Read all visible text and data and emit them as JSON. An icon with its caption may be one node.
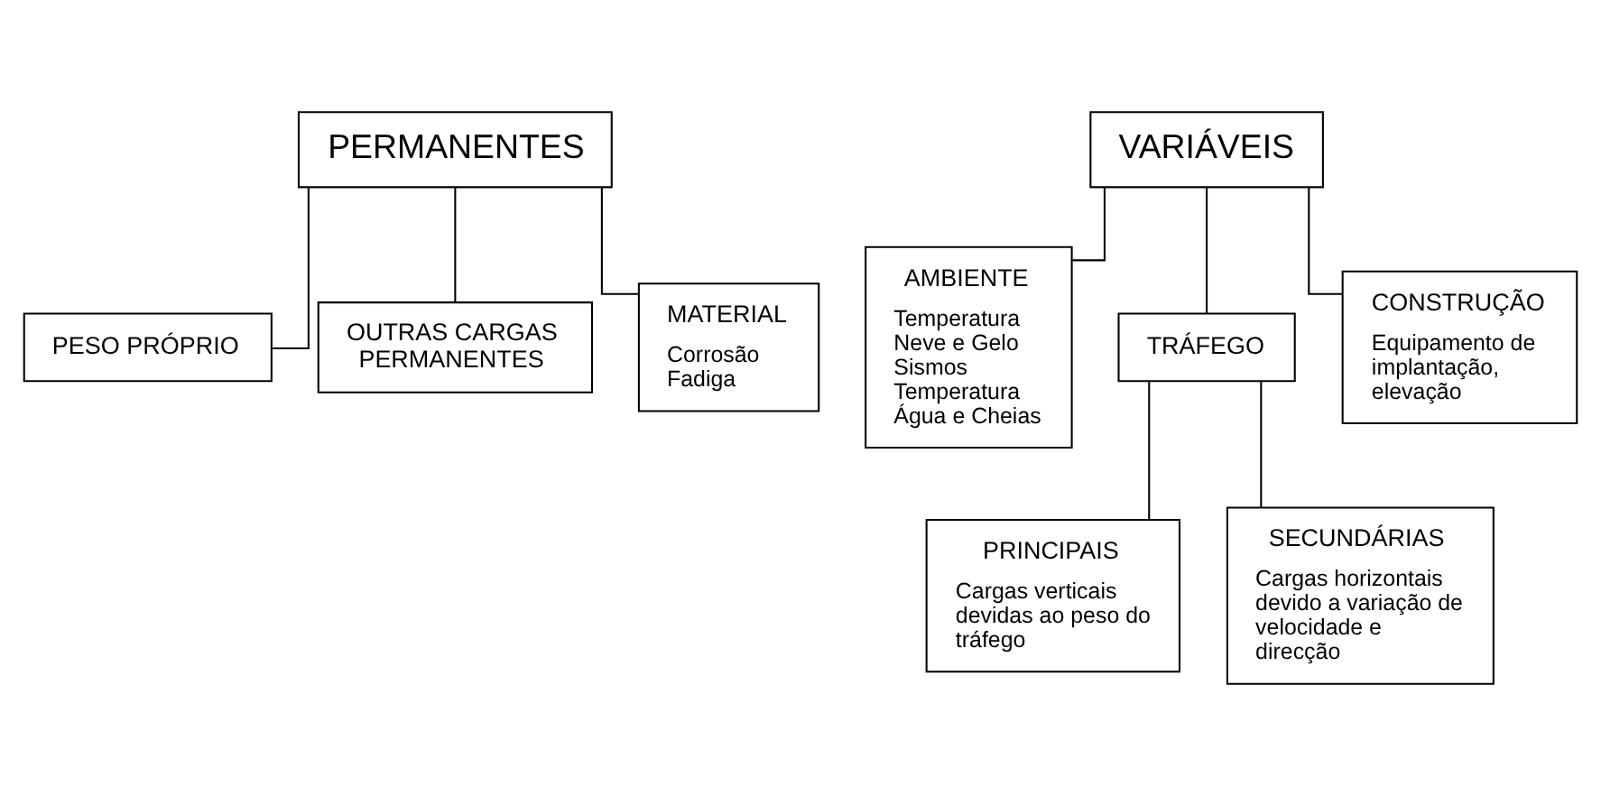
{
  "diagram": {
    "nodes": [
      {
        "text": [
          "PERMANENTES"
        ]
      },
      {
        "text": [
          "PESO PRÓPRIO"
        ]
      },
      {
        "text": [
          "OUTRAS CARGAS PERMANENTES"
        ]
      },
      {
        "text": [
          "MATERIAL",
          "Corrosão",
          "Fadiga"
        ]
      },
      {
        "text": [
          "VARIÁVEIS"
        ]
      },
      {
        "text": [
          "AMBIENTE",
          "Temperatura",
          "Neve e Gelo",
          "Sismos",
          "Temperatura",
          "Água e Cheias"
        ]
      },
      {
        "text": [
          "TRÁFEGO"
        ]
      },
      {
        "text": [
          "CONSTRUÇÃO",
          "Equipamento de implantação, elevação"
        ]
      },
      {
        "text": [
          "PRINCIPAIS",
          "Cargas verticais devidas ao peso do tráfego"
        ]
      },
      {
        "text": [
          "SECUNDÁRIAS",
          "Cargas horizontais devido a variação de velocidade e direcção"
        ]
      }
    ],
    "edges": [
      {
        "from": 0,
        "to": 1,
        "arrow": "none"
      },
      {
        "from": 0,
        "to": 2,
        "arrow": "none"
      },
      {
        "from": 0,
        "to": 3,
        "arrow": "none"
      },
      {
        "from": 4,
        "to": 5,
        "arrow": "none"
      },
      {
        "from": 4,
        "to": 6,
        "arrow": "none"
      },
      {
        "from": 4,
        "to": 7,
        "arrow": "none"
      },
      {
        "from": 6,
        "to": 8,
        "arrow": "none"
      },
      {
        "from": 6,
        "to": 9,
        "arrow": "none"
      }
    ]
  }
}
